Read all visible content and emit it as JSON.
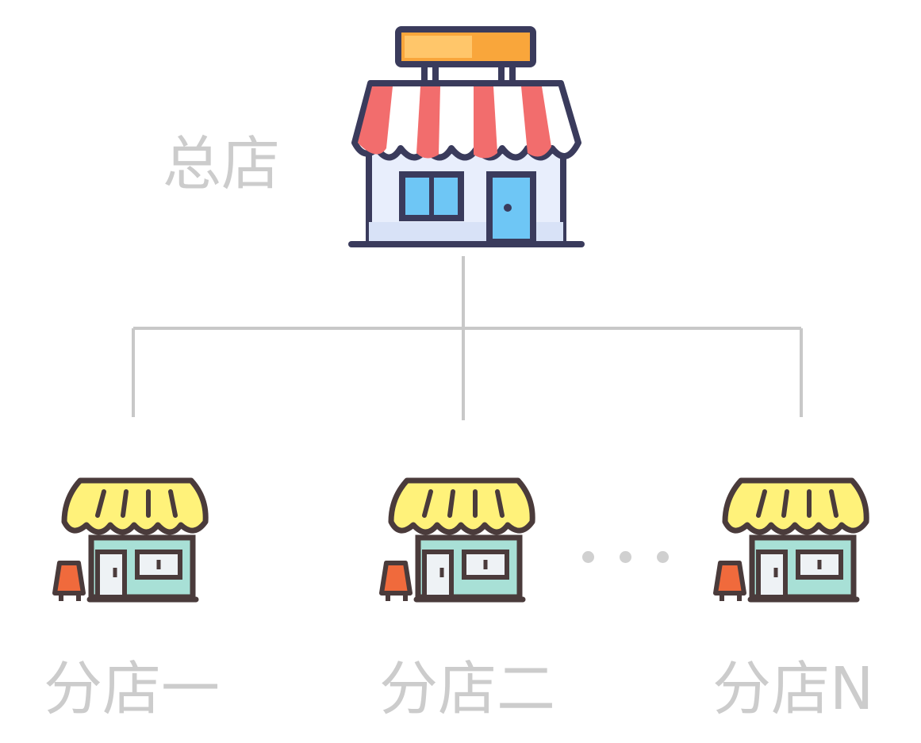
{
  "headquarters": {
    "label": "总店",
    "icon": "storefront-icon"
  },
  "branches": [
    {
      "label": "分店一",
      "icon": "shop-icon"
    },
    {
      "label": "分店二",
      "icon": "shop-icon"
    },
    {
      "label": "分店N",
      "icon": "shop-icon"
    }
  ],
  "ellipsis_icon": "ellipsis-icon",
  "colors": {
    "label_gray": "#cccccc",
    "connector_gray": "#c8c8c8",
    "outline": "#3a3b5c",
    "awning_red": "#f26d6d",
    "sign_orange": "#f9a63b",
    "window_blue": "#6ec6f5",
    "shop_outline": "#4a3b3b",
    "shop_awning": "#fff27a",
    "shop_wall": "#a8e0d6",
    "shop_sign_orange": "#f06a3c"
  }
}
